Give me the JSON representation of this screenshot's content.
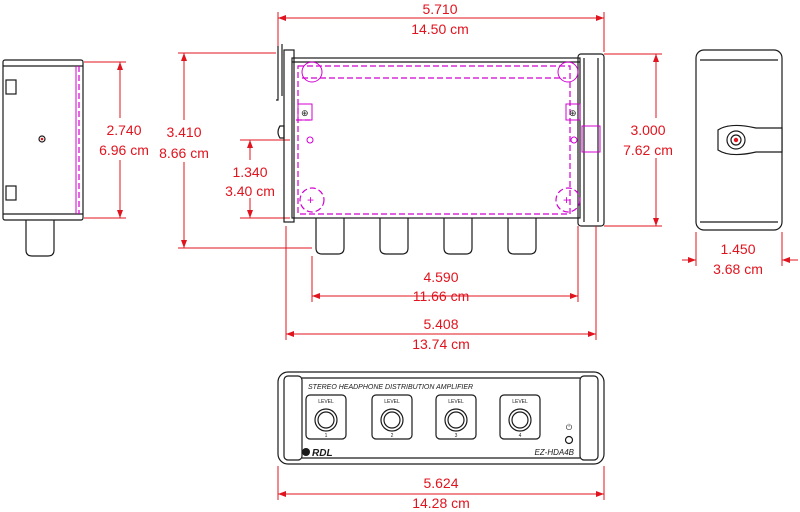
{
  "colors": {
    "dimension": "#e0141e",
    "outline": "#1a1a1a",
    "hidden_lines": "#d100d1"
  },
  "dimensions": {
    "top_width_in": "5.710",
    "top_width_cm": "14.50 cm",
    "left_height_in": "2.740",
    "left_height_cm": "6.96 cm",
    "overall_height_in": "3.410",
    "overall_height_cm": "8.66 cm",
    "jack_height_in": "1.340",
    "jack_height_cm": "3.40 cm",
    "right_height_in": "3.000",
    "right_height_cm": "7.62 cm",
    "side_width_in": "1.450",
    "side_width_cm": "3.68 cm",
    "jack_span_in": "4.590",
    "jack_span_cm": "11.66 cm",
    "body_width_in": "5.408",
    "body_width_cm": "13.74 cm",
    "front_width_in": "5.624",
    "front_width_cm": "14.28 cm"
  },
  "front_panel": {
    "title": "STEREO HEADPHONE DISTRIBUTION AMPLIFIER",
    "brand": "RDL",
    "model": "EZ-HDA4B",
    "knob_label": "LEVEL",
    "knob_numbers": [
      "1",
      "2",
      "3",
      "4"
    ],
    "power_symbol": "⏻"
  }
}
